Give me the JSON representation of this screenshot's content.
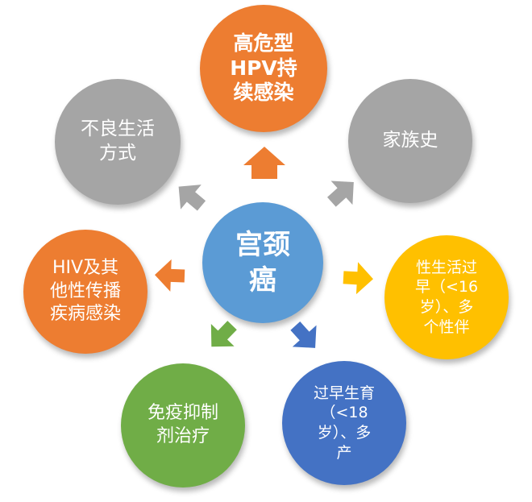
{
  "diagram": {
    "center": {
      "label": "宫颈\n癌",
      "color": "#5B9BD5"
    },
    "factors": [
      {
        "id": "hpv",
        "label": "高危型\nHPV持\n续感染",
        "color": "#ED7D31"
      },
      {
        "id": "family",
        "label": "家族史",
        "color": "#A5A5A5"
      },
      {
        "id": "early-sex",
        "label": "性生活过\n早（<16\n岁）、多\n个性伴",
        "color": "#FFC000"
      },
      {
        "id": "early-birth",
        "label": "过早生育\n（<18\n岁）、多\n产",
        "color": "#4472C4"
      },
      {
        "id": "immuno",
        "label": "免疫抑制\n剂治疗",
        "color": "#70AD47"
      },
      {
        "id": "hiv",
        "label": "HIV及其\n他性传播\n疾病感染",
        "color": "#ED7D31"
      },
      {
        "id": "lifestyle",
        "label": "不良生活\n方式",
        "color": "#A5A5A5"
      }
    ]
  }
}
